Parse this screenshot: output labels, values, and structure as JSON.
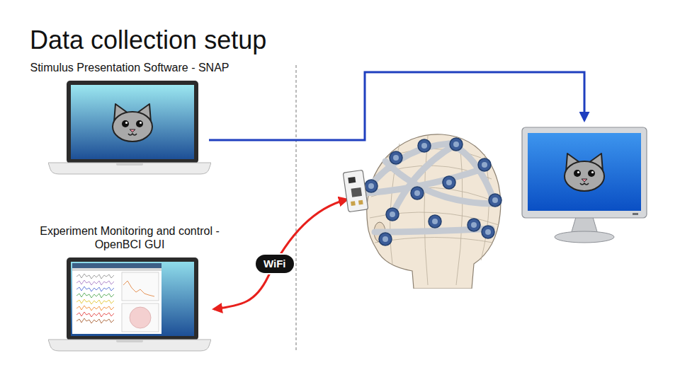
{
  "diagram": {
    "title": "Data collection setup",
    "nodes": [
      {
        "text": [
          "Stimulus Presentation Software - SNAP"
        ]
      },
      {
        "text": [
          "Experiment Monitoring and control - OpenBCI GUI"
        ]
      },
      {
        "text": []
      },
      {
        "text": []
      }
    ],
    "edges": [
      {
        "from": 0,
        "to": 3,
        "arrow": "to"
      },
      {
        "from": 2,
        "to": 1,
        "label": "WiFi",
        "arrow": "both"
      }
    ]
  }
}
